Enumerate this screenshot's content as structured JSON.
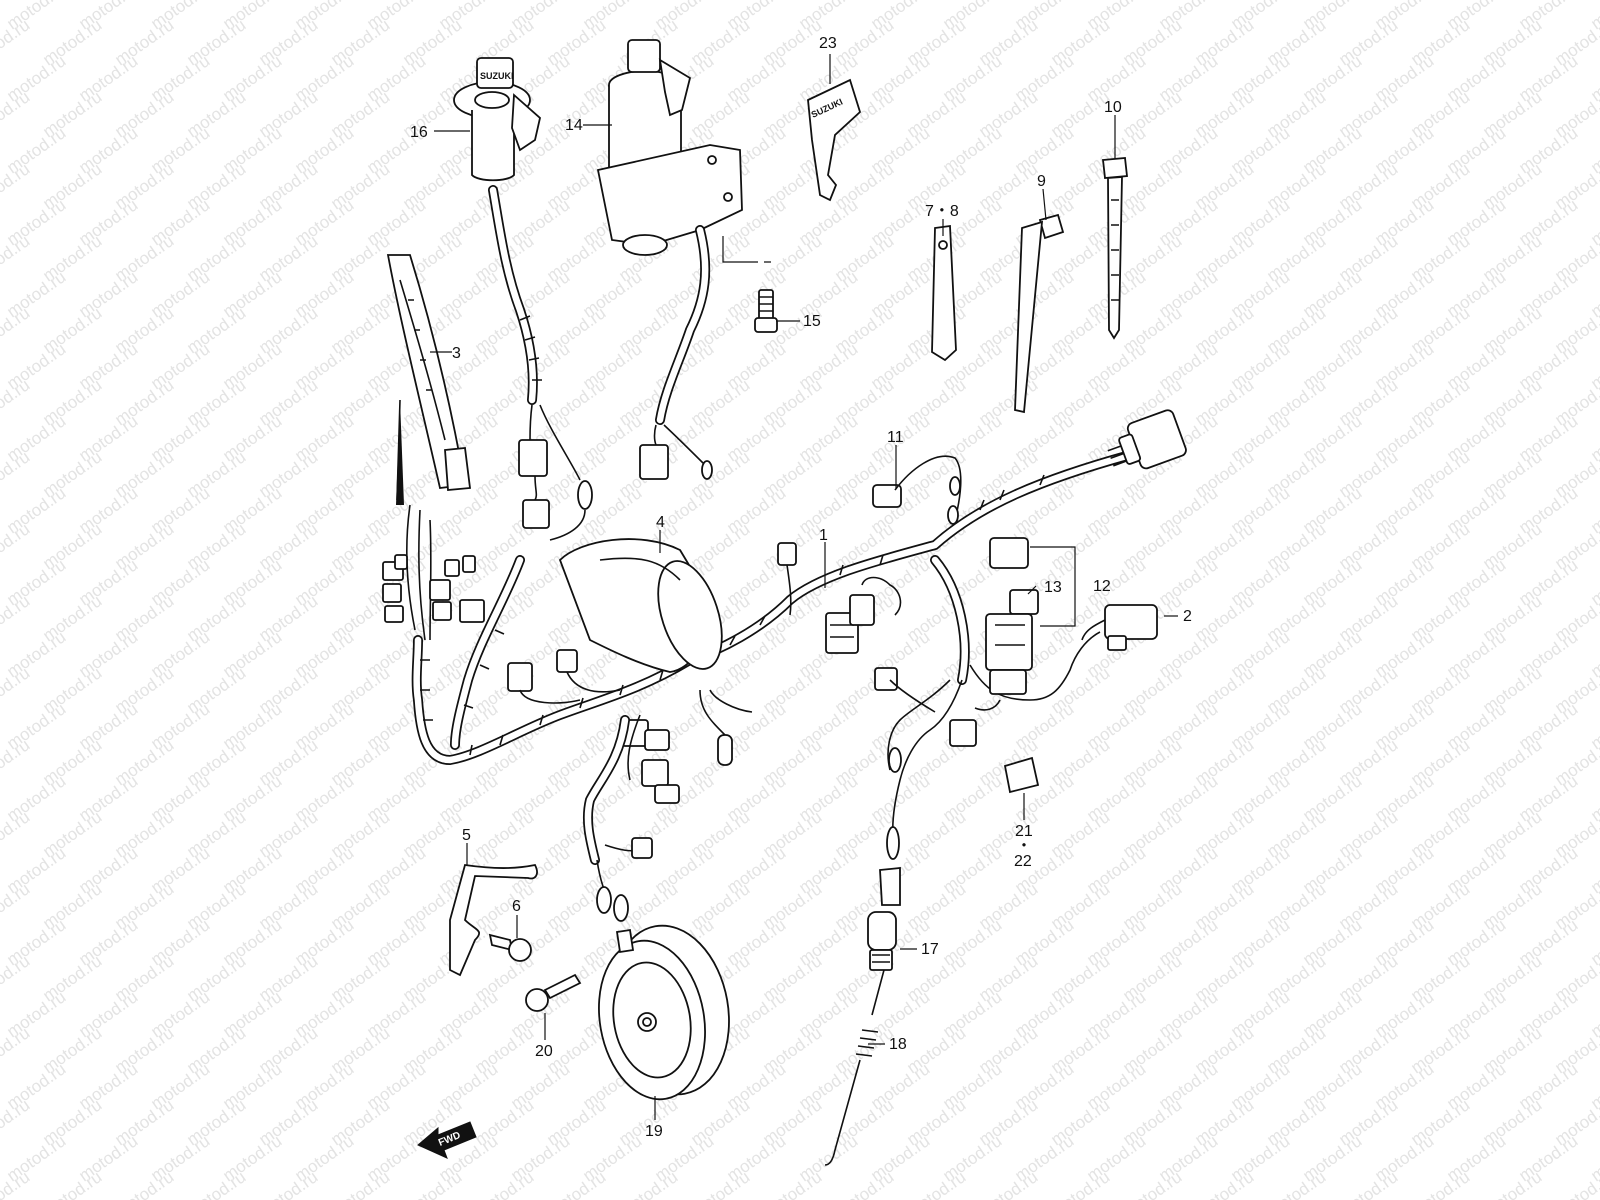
{
  "watermark": "motod.ru",
  "callouts": {
    "c1": "1",
    "c2": "2",
    "c3": "3",
    "c4": "4",
    "c5": "5",
    "c6": "6",
    "c78": "7・8",
    "c9": "9",
    "c10": "10",
    "c11": "11",
    "c12": "12",
    "c13": "13",
    "c14": "14",
    "c15": "15",
    "c16": "16",
    "c17": "17",
    "c18": "18",
    "c19": "19",
    "c20": "20",
    "c21": "21",
    "c21dot": "・",
    "c22": "22",
    "c23": "23"
  },
  "key_brand": "SUZUKI",
  "fwd_label": "FWD"
}
